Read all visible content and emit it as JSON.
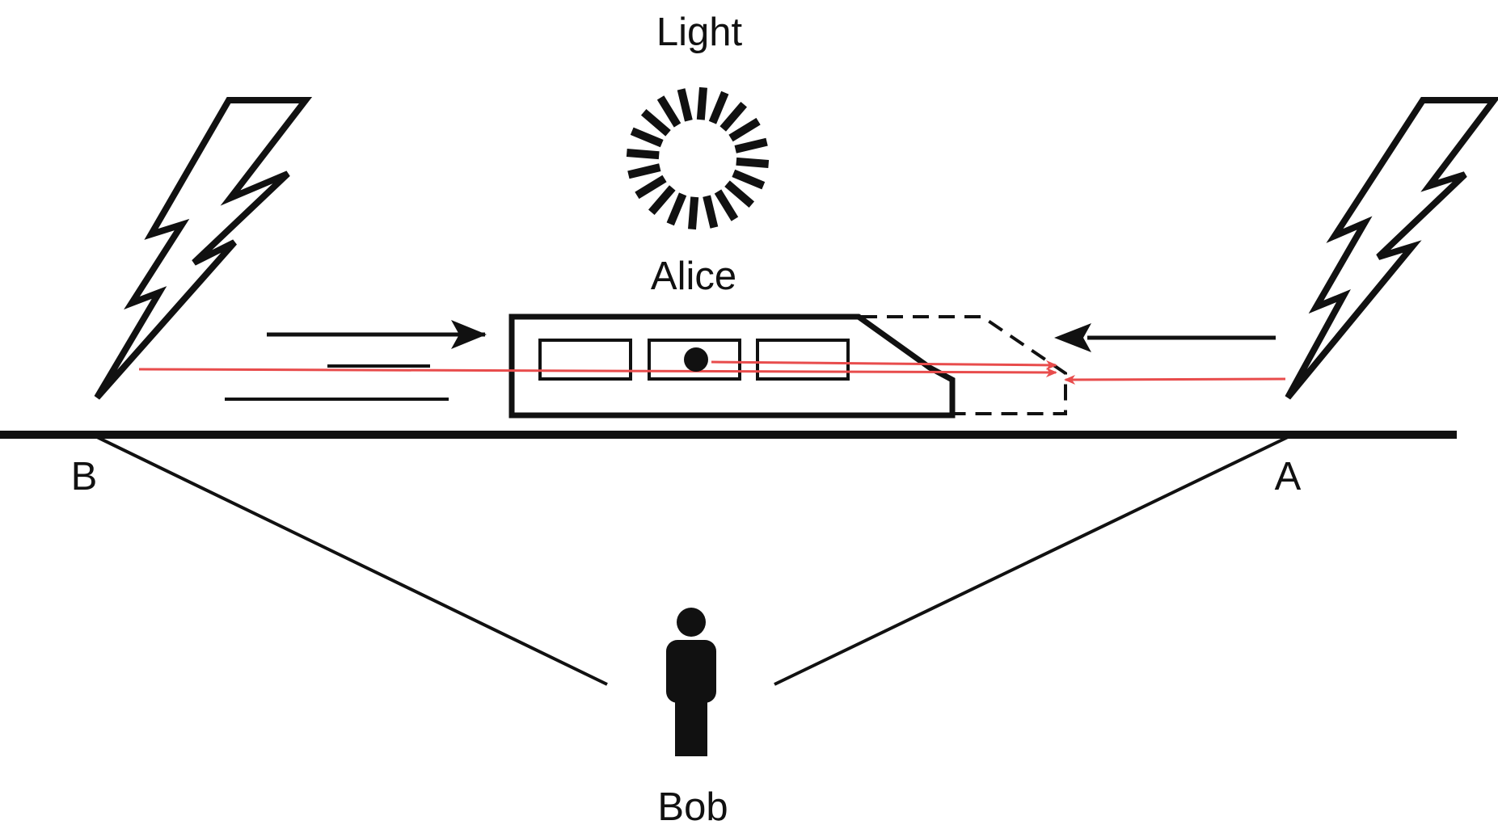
{
  "labels": {
    "light": "Light",
    "alice": "Alice",
    "bob": "Bob",
    "point_a": "A",
    "point_b": "B"
  },
  "icons": {
    "light_source": "sun-icon",
    "bob_figure": "person-icon",
    "left_strike": "lightning-bolt-icon",
    "right_strike": "lightning-bolt-icon"
  },
  "colors": {
    "ink": "#111111",
    "light_ray": "#e84c4c",
    "background": "#ffffff"
  }
}
